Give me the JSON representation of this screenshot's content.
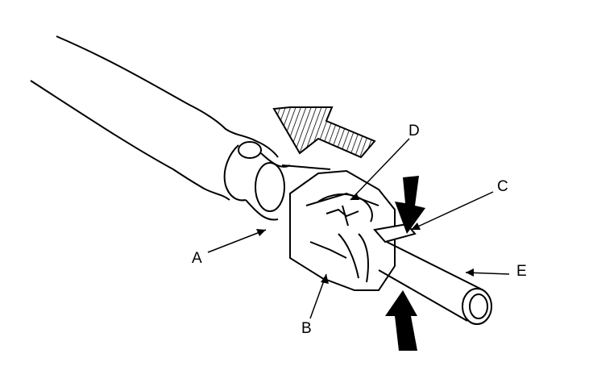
{
  "diagram": {
    "callouts": {
      "a": "A",
      "b": "B",
      "c": "C",
      "d": "D",
      "e": "E"
    },
    "colors": {
      "line": "#000000",
      "background": "#ffffff"
    }
  }
}
